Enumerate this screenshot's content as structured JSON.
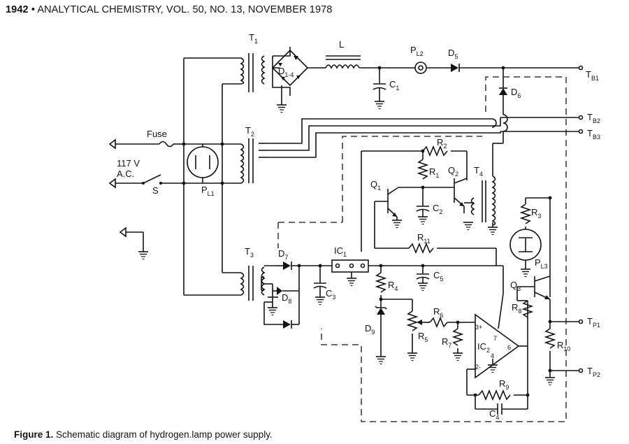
{
  "header": {
    "page_number": "1942",
    "bullet": "•",
    "journal_line": "ANALYTICAL CHEMISTRY, VOL. 50, NO. 13, NOVEMBER 1978"
  },
  "caption": {
    "figure_label": "Figure 1.",
    "text": "Schematic diagram of hydrogen.lamp power supply."
  },
  "labels": {
    "fuse": "Fuse",
    "input_voltage": "117 V",
    "input_type": "A.C.",
    "switch": "S",
    "T1": {
      "main": "T",
      "sub": "1"
    },
    "T2": {
      "main": "T",
      "sub": "2"
    },
    "T3": {
      "main": "T",
      "sub": "3"
    },
    "T4": {
      "main": "T",
      "sub": "4"
    },
    "L": {
      "main": "L",
      "sub": ""
    },
    "PL1": {
      "main": "P",
      "sub": "L1"
    },
    "PL2": {
      "main": "P",
      "sub": "L2"
    },
    "PL3": {
      "main": "P",
      "sub": "L3"
    },
    "D1_4": {
      "main": "D",
      "sub": "1-4"
    },
    "D5": {
      "main": "D",
      "sub": "5"
    },
    "D6": {
      "main": "D",
      "sub": "6"
    },
    "D7": {
      "main": "D",
      "sub": "7"
    },
    "D8": {
      "main": "D",
      "sub": "8"
    },
    "D9": {
      "main": "D",
      "sub": "9"
    },
    "C1": {
      "main": "C",
      "sub": "1"
    },
    "C2": {
      "main": "C",
      "sub": "2"
    },
    "C3": {
      "main": "C",
      "sub": "3"
    },
    "C4": {
      "main": "C",
      "sub": "4"
    },
    "C5": {
      "main": "C",
      "sub": "5"
    },
    "R1": {
      "main": "R",
      "sub": "1"
    },
    "R2": {
      "main": "R",
      "sub": "2"
    },
    "R3": {
      "main": "R",
      "sub": "3"
    },
    "R4": {
      "main": "R",
      "sub": "4"
    },
    "R5": {
      "main": "R",
      "sub": "5"
    },
    "R6": {
      "main": "R",
      "sub": "6"
    },
    "R7": {
      "main": "R",
      "sub": "7"
    },
    "R8": {
      "main": "R",
      "sub": "8"
    },
    "R9": {
      "main": "R",
      "sub": "9"
    },
    "R10": {
      "main": "R",
      "sub": "10"
    },
    "R11": {
      "main": "R",
      "sub": "11"
    },
    "Q1": {
      "main": "Q",
      "sub": "1"
    },
    "Q2": {
      "main": "Q",
      "sub": "2"
    },
    "Q3": {
      "main": "Q",
      "sub": "3"
    },
    "IC1": {
      "main": "IC",
      "sub": "1"
    },
    "IC2": {
      "main": "IC",
      "sub": "2"
    },
    "TB1": {
      "main": "T",
      "sub": "B1"
    },
    "TB2": {
      "main": "T",
      "sub": "B2"
    },
    "TB3": {
      "main": "T",
      "sub": "B3"
    },
    "TP1": {
      "main": "T",
      "sub": "P1"
    },
    "TP2": {
      "main": "T",
      "sub": "P2"
    },
    "pin_3": "3+",
    "pin_2": "2-",
    "pin_7": "7",
    "pin_6": "6",
    "pin_4": "4"
  }
}
